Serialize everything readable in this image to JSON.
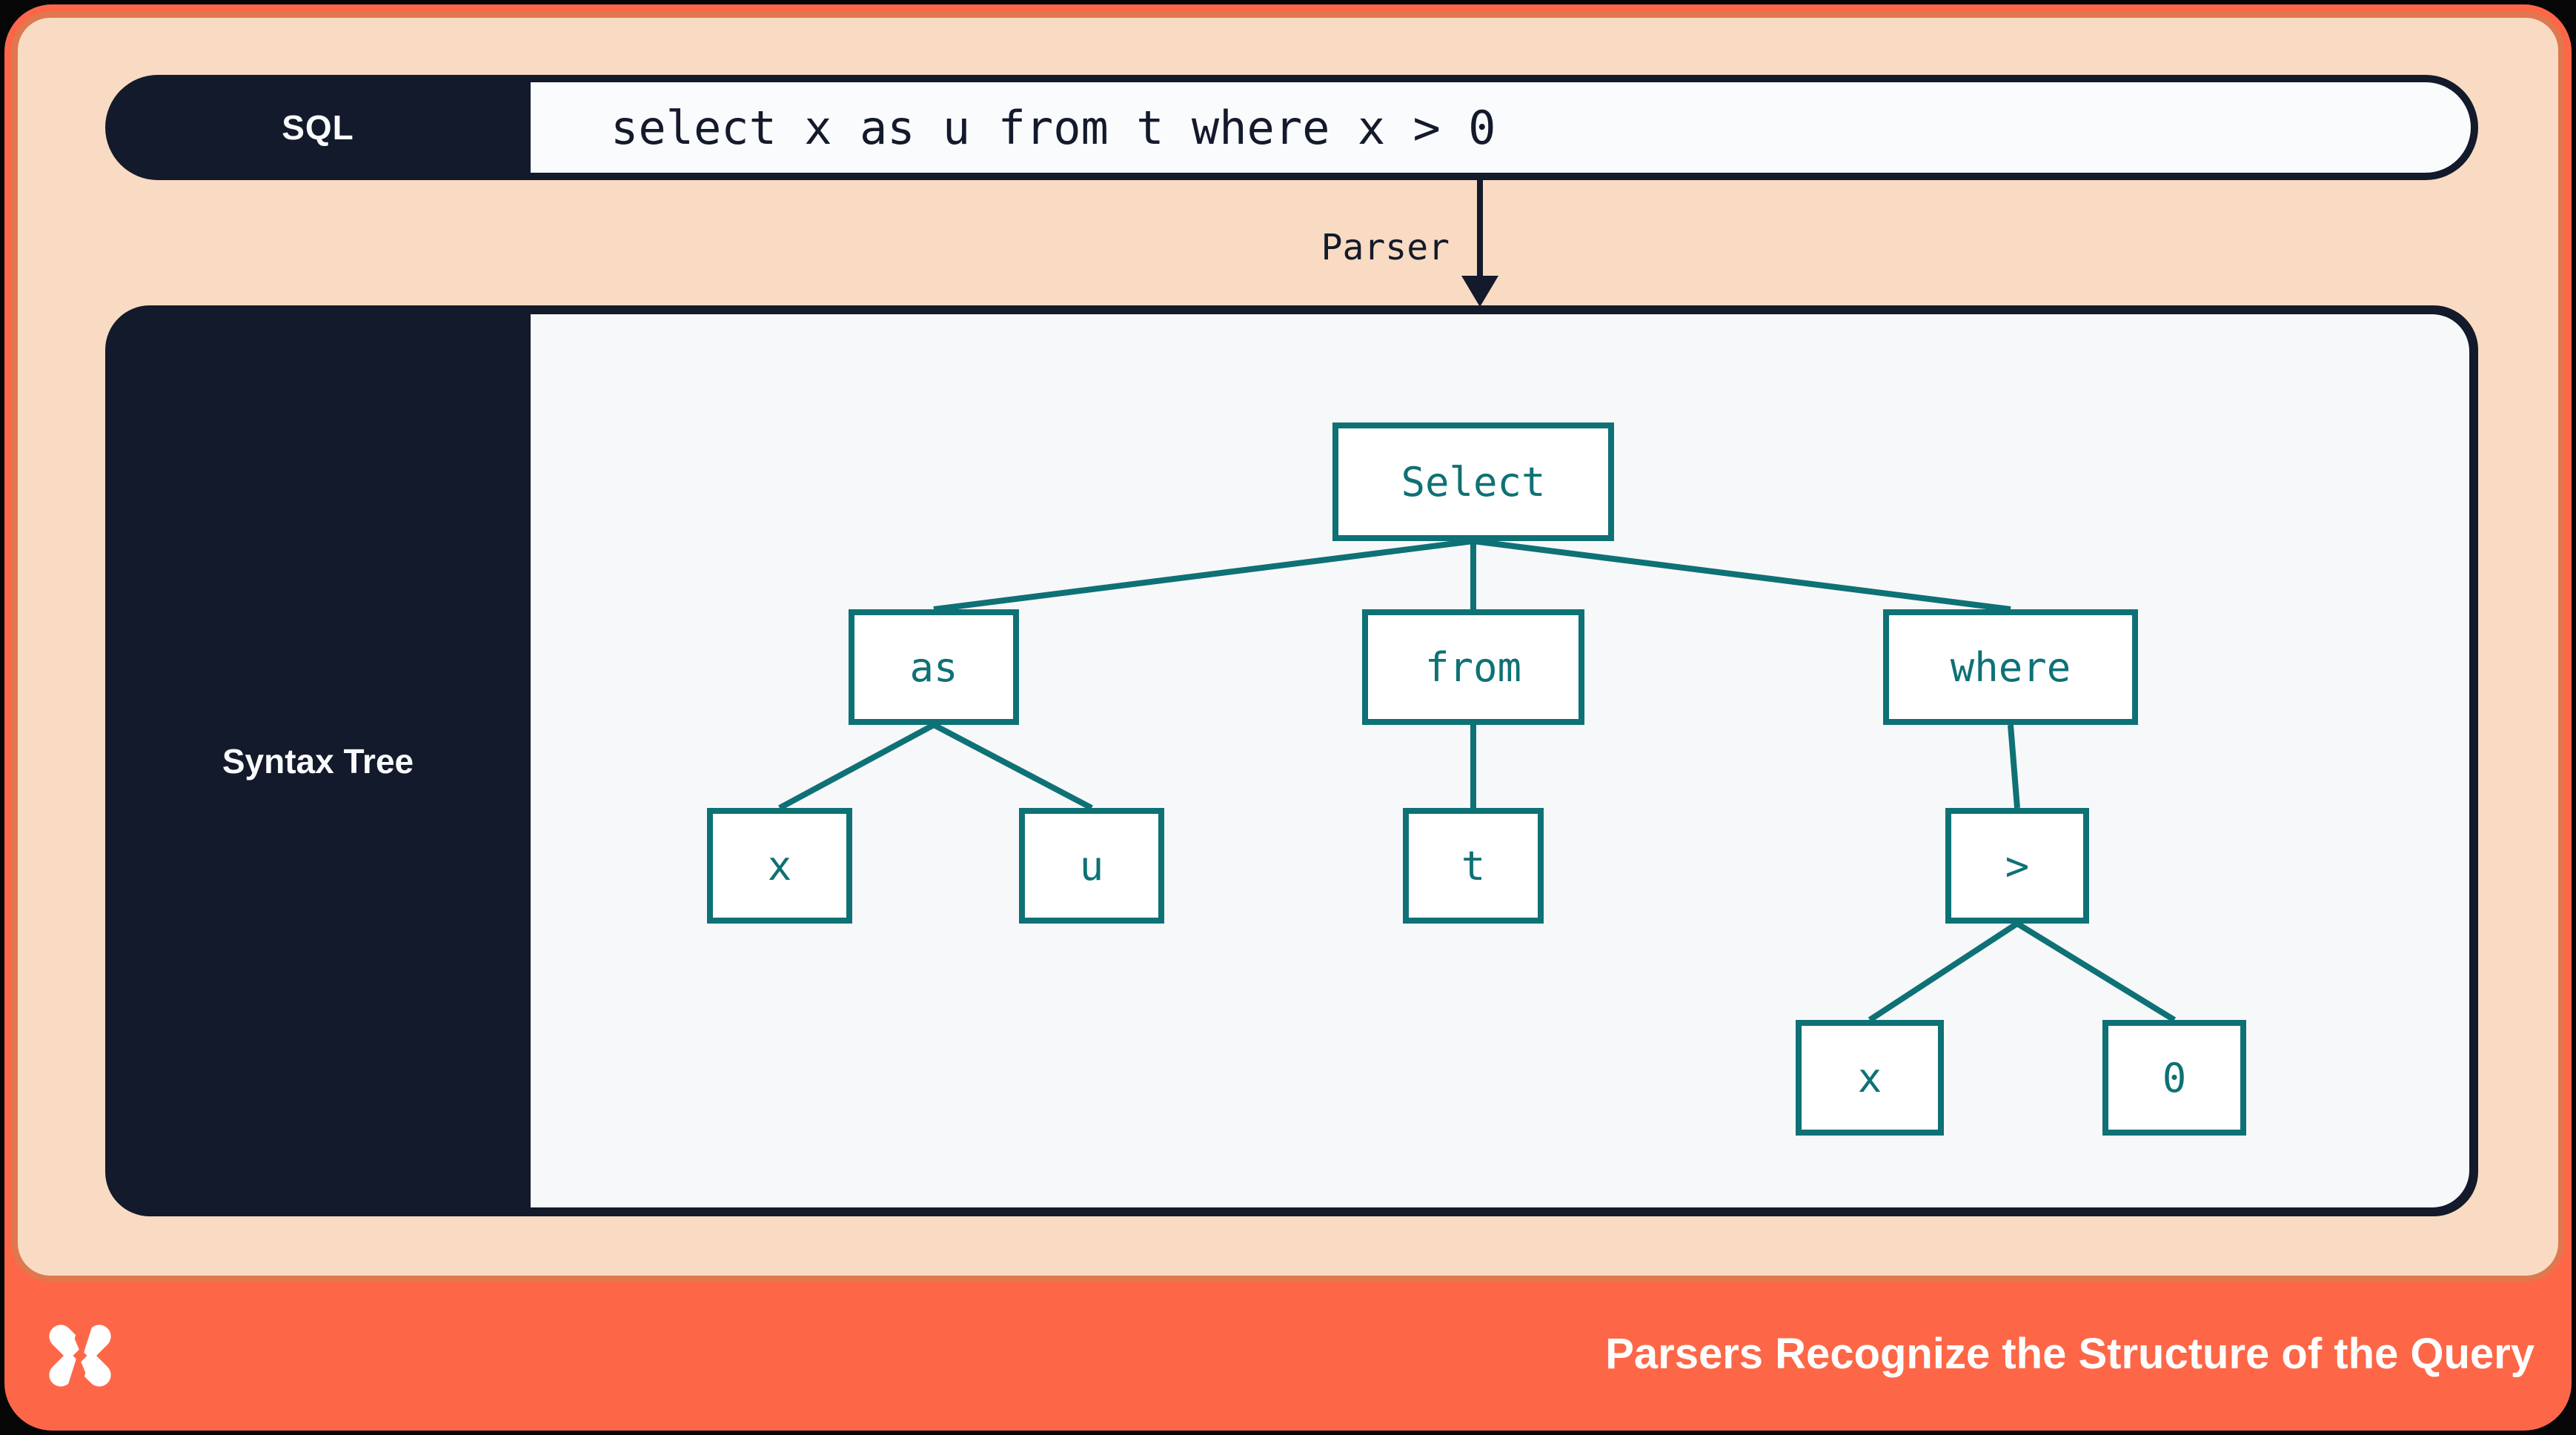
{
  "sql_bar": {
    "label": "SQL",
    "query": "select x as u from t where x > 0"
  },
  "parser": {
    "label": "Parser"
  },
  "syntax_tree": {
    "label": "Syntax Tree",
    "nodes": [
      {
        "id": "select",
        "label": "Select"
      },
      {
        "id": "as",
        "label": "as"
      },
      {
        "id": "from",
        "label": "from"
      },
      {
        "id": "where",
        "label": "where"
      },
      {
        "id": "x-col",
        "label": "x"
      },
      {
        "id": "u",
        "label": "u"
      },
      {
        "id": "t",
        "label": "t"
      },
      {
        "id": "gt",
        "label": ">"
      },
      {
        "id": "x-opnd",
        "label": "x"
      },
      {
        "id": "zero",
        "label": "0"
      }
    ],
    "edges": [
      [
        "select",
        "as"
      ],
      [
        "select",
        "from"
      ],
      [
        "select",
        "where"
      ],
      [
        "as",
        "x-col"
      ],
      [
        "as",
        "u"
      ],
      [
        "from",
        "t"
      ],
      [
        "where",
        "gt"
      ],
      [
        "gt",
        "x-opnd"
      ],
      [
        "gt",
        "zero"
      ]
    ]
  },
  "footer": {
    "title": "Parsers Recognize the Structure of the Query",
    "logo": "dolt-logo"
  },
  "colors": {
    "background": "#060607",
    "accent_orange": "#fd6747",
    "border_orange": "#e0784f",
    "peach": "#f8dbc2",
    "dark_navy": "#131a2b",
    "teal": "#0e7175",
    "panel_white": "#fafbfc",
    "tree_white": "#f7f8f9"
  }
}
